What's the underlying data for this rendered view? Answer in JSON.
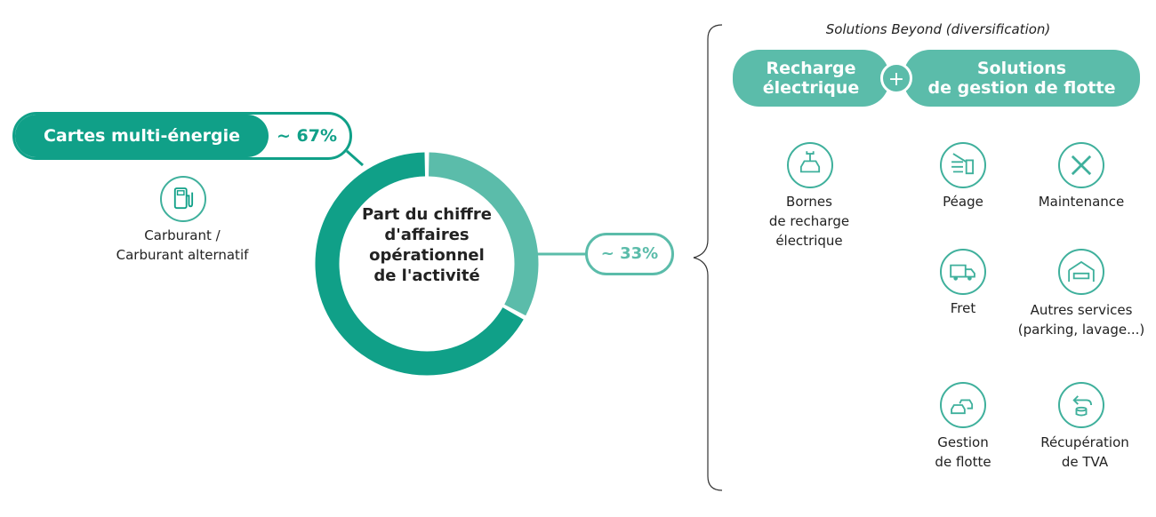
{
  "colors": {
    "dark_teal": "#10a088",
    "light_teal": "#5bbcaa"
  },
  "main_segment": {
    "label": "Cartes multi-énergie",
    "share": "~ 67%",
    "value": 67
  },
  "fuel_item": {
    "icon": "fuel-pump-icon",
    "label": "Carburant /\nCarburant alternatif"
  },
  "donut_center": "Part du chiffre\nd'affaires\nopérationnel\nde l'activité",
  "beyond_segment": {
    "share": "~ 33%",
    "value": 33
  },
  "beyond": {
    "title": "Solutions Beyond (diversification)",
    "left_pill": "Recharge\nélectrique",
    "plus": "+",
    "right_pill": "Solutions\nde gestion de flotte",
    "items": [
      {
        "icon": "ev-charging-car-icon",
        "label": "Bornes\nde recharge\nélectrique"
      },
      {
        "icon": "toll-gate-icon",
        "label": "Péage"
      },
      {
        "icon": "wrench-screwdriver-icon",
        "label": "Maintenance"
      },
      {
        "icon": "truck-icon",
        "label": "Fret"
      },
      {
        "icon": "garage-icon",
        "label": "Autres services\n(parking, lavage...)"
      },
      {
        "icon": "fleet-cars-icon",
        "label": "Gestion\nde flotte"
      },
      {
        "icon": "vat-refund-icon",
        "label": "Récupération\nde TVA"
      }
    ]
  }
}
